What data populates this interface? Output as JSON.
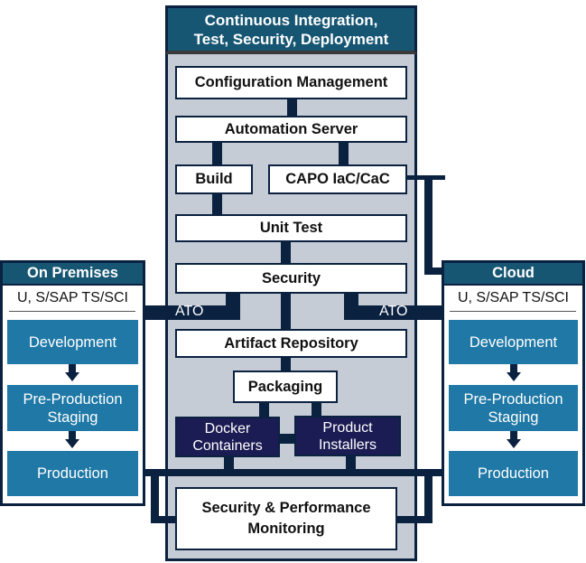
{
  "main": {
    "title_line1": "Continuous Integration,",
    "title_line2": "Test, Security, Deployment",
    "steps": {
      "config_mgmt": "Configuration Management",
      "automation_server": "Automation Server",
      "build": "Build",
      "capo": "CAPO IaC/CaC",
      "unit_test": "Unit Test",
      "security": "Security",
      "artifact_repo": "Artifact Repository",
      "packaging": "Packaging",
      "docker_line1": "Docker",
      "docker_line2": "Containers",
      "installers_line1": "Product",
      "installers_line2": "Installers",
      "monitoring_line1": "Security & Performance",
      "monitoring_line2": "Monitoring"
    }
  },
  "connectors": {
    "ato_left": "ATO",
    "ato_right": "ATO"
  },
  "on_premises": {
    "title": "On Premises",
    "classification": "U, S/SAP TS/SCI",
    "stages": [
      {
        "line1": "Development",
        "line2": ""
      },
      {
        "line1": "Pre-Production",
        "line2": "Staging"
      },
      {
        "line1": "Production",
        "line2": ""
      }
    ]
  },
  "cloud": {
    "title": "Cloud",
    "classification": "U, S/SAP TS/SCI",
    "stages": [
      {
        "line1": "Development",
        "line2": ""
      },
      {
        "line1": "Pre-Production",
        "line2": "Staging"
      },
      {
        "line1": "Production",
        "line2": ""
      }
    ]
  },
  "colors": {
    "header_teal": "#175673",
    "navy": "#0a2140",
    "env_blue": "#1f78a6",
    "panel_gray": "#c6ccd5",
    "package_navy": "#1c1c54"
  }
}
